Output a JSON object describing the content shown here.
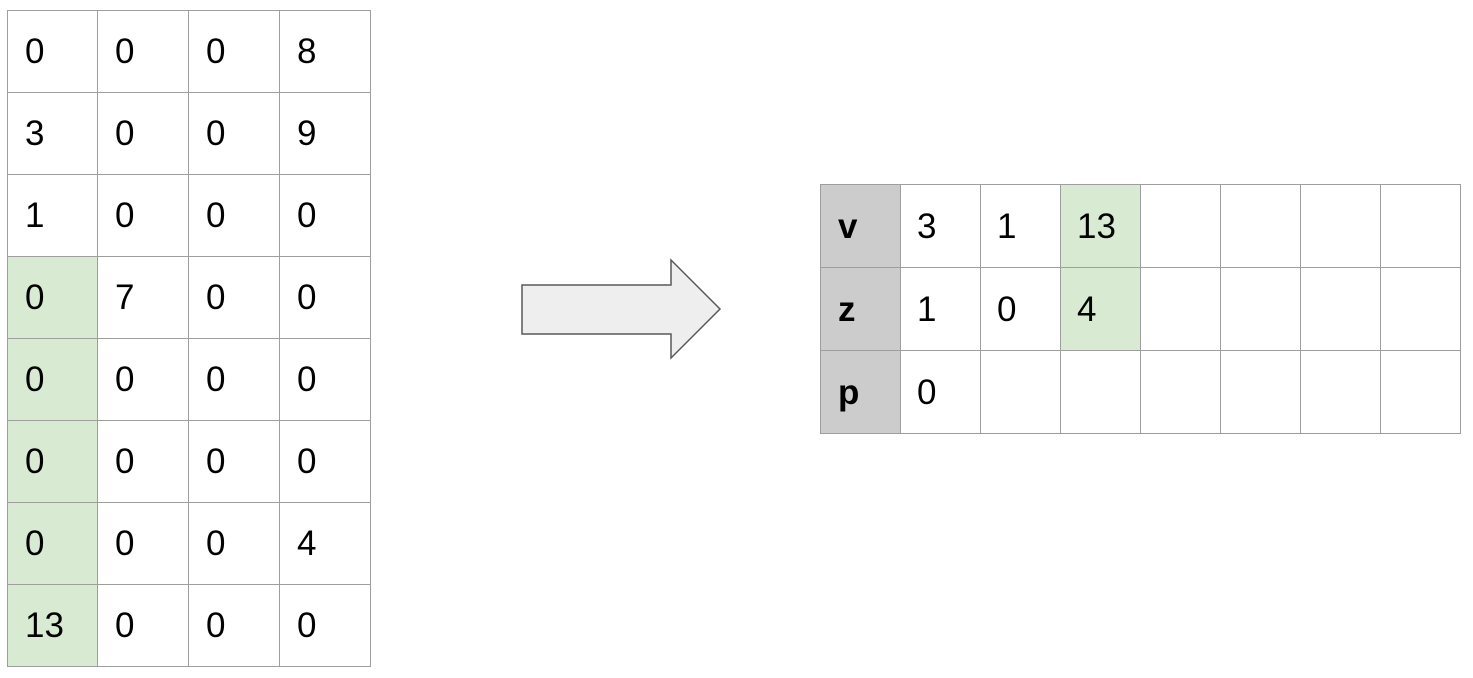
{
  "matrix": {
    "rows": [
      [
        "0",
        "0",
        "0",
        "8"
      ],
      [
        "3",
        "0",
        "0",
        "9"
      ],
      [
        "1",
        "0",
        "0",
        "0"
      ],
      [
        "0",
        "7",
        "0",
        "0"
      ],
      [
        "0",
        "0",
        "0",
        "0"
      ],
      [
        "0",
        "0",
        "0",
        "0"
      ],
      [
        "0",
        "0",
        "0",
        "4"
      ],
      [
        "13",
        "0",
        "0",
        "0"
      ]
    ],
    "highlighted_rows_first_column": [
      3,
      4,
      5,
      6,
      7
    ],
    "highlight_color": "#d9ead3"
  },
  "arrow": {
    "icon": "right-arrow-icon",
    "fill_color": "#eeeeee",
    "stroke_color": "#595959"
  },
  "csr": {
    "rows": [
      {
        "label": "v",
        "cells": [
          "3",
          "1",
          "13",
          "",
          "",
          "",
          ""
        ]
      },
      {
        "label": "z",
        "cells": [
          "1",
          "0",
          "4",
          "",
          "",
          "",
          ""
        ]
      },
      {
        "label": "p",
        "cells": [
          "0",
          "",
          "",
          "",
          "",
          "",
          ""
        ]
      }
    ],
    "highlighted_column": 2,
    "header_color": "#cccccc",
    "highlight_color": "#d9ead3"
  }
}
